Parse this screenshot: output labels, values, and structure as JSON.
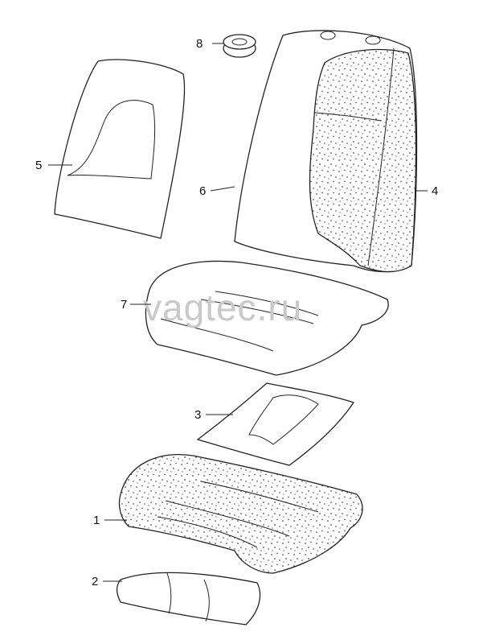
{
  "watermark": "vagtec.ru",
  "callouts": [
    {
      "id": "1",
      "label": "1"
    },
    {
      "id": "2",
      "label": "2"
    },
    {
      "id": "3",
      "label": "3"
    },
    {
      "id": "4",
      "label": "4"
    },
    {
      "id": "5",
      "label": "5"
    },
    {
      "id": "6",
      "label": "6"
    },
    {
      "id": "7",
      "label": "7"
    },
    {
      "id": "8",
      "label": "8"
    }
  ]
}
